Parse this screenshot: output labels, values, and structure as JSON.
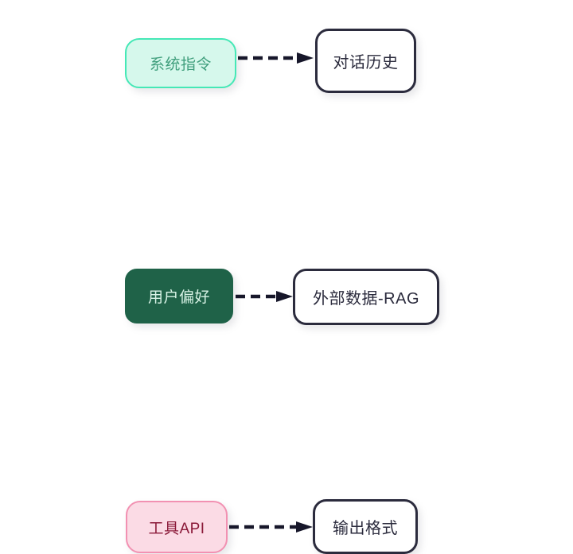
{
  "diagram": {
    "type": "flow-pairs",
    "background_color": "#ffffff",
    "edge_color": "#17172a",
    "edge_style": "dashed-arrow",
    "rows": [
      {
        "source": {
          "label": "系统指令",
          "fill": "#d6f8ec",
          "border": "#45e8b6",
          "text_color": "#3f9e7c"
        },
        "target": {
          "label": "对话历史",
          "fill": "#ffffff",
          "border": "#2b2b3d",
          "text_color": "#2b2b3d"
        }
      },
      {
        "source": {
          "label": "用户偏好",
          "fill": "#1f6248",
          "border": "#1f6248",
          "text_color": "#d8f3e6"
        },
        "target": {
          "label": "外部数据-RAG",
          "fill": "#ffffff",
          "border": "#2b2b3d",
          "text_color": "#2b2b3d"
        }
      },
      {
        "source": {
          "label": "工具API",
          "fill": "#fbdbe5",
          "border": "#f291b2",
          "text_color": "#8a1838"
        },
        "target": {
          "label": "输出格式",
          "fill": "#ffffff",
          "border": "#2b2b3d",
          "text_color": "#2b2b3d"
        }
      }
    ]
  }
}
